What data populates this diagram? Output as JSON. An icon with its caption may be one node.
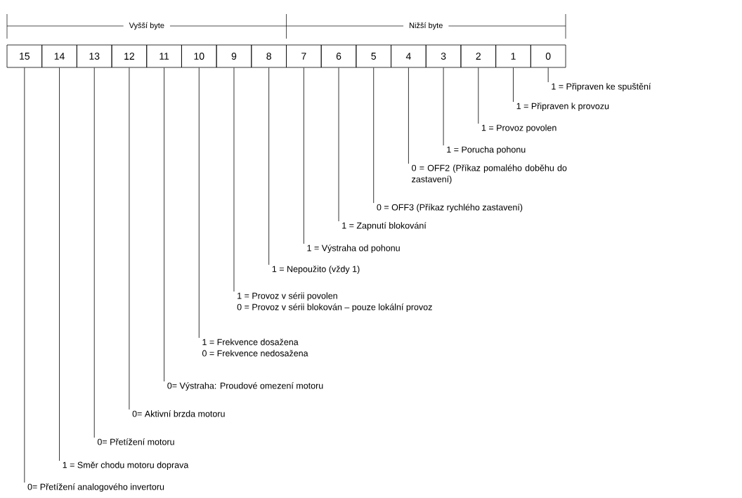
{
  "diagram": {
    "nodes": [
      {
        "text": [
          "15"
        ]
      },
      {
        "text": [
          "14"
        ]
      },
      {
        "text": [
          "13"
        ]
      },
      {
        "text": [
          "12"
        ]
      },
      {
        "text": [
          "11"
        ]
      },
      {
        "text": [
          "10"
        ]
      },
      {
        "text": [
          "9"
        ]
      },
      {
        "text": [
          "8"
        ]
      },
      {
        "text": [
          "7"
        ]
      },
      {
        "text": [
          "6"
        ]
      },
      {
        "text": [
          "5"
        ]
      },
      {
        "text": [
          "4"
        ]
      },
      {
        "text": [
          "3"
        ]
      },
      {
        "text": [
          "2"
        ]
      },
      {
        "text": [
          "1"
        ]
      },
      {
        "text": [
          "0"
        ]
      },
      {
        "text": [
          "1 = Připraven ke spuštění"
        ]
      },
      {
        "text": [
          "1 = Připraven k provozu"
        ]
      },
      {
        "text": [
          "1 = Provoz povolen"
        ]
      },
      {
        "text": [
          "1 = Porucha pohonu"
        ]
      },
      {
        "text": [
          "0 = OFF2 (Příkaz pomalého doběhu do zastavení)"
        ]
      },
      {
        "text": [
          "0 = OFF3 (Příkaz rychlého zastavení)"
        ]
      },
      {
        "text": [
          "1 = Zapnutí blokování"
        ]
      },
      {
        "text": [
          "1 = Výstraha od pohonu"
        ]
      },
      {
        "text": [
          "1 = Nepoužito (vždy 1)"
        ]
      },
      {
        "text": [
          "1 = Provoz v sérii povolen",
          "0 = Provoz v sérii blokován – pouze lokální provoz"
        ]
      },
      {
        "text": [
          "1 = Frekvence dosažena",
          "0 = Frekvence nedosažena"
        ]
      },
      {
        "text": [
          "0= Výstraha: Proudové omezení motoru"
        ]
      },
      {
        "text": [
          "0= Aktivní brzda motoru"
        ]
      },
      {
        "text": [
          "0= Přetížení motoru"
        ]
      },
      {
        "text": [
          "1 = Směr chodu motoru doprava"
        ]
      },
      {
        "text": [
          "0= Přetížení analogového invertoru"
        ]
      }
    ],
    "edges": [
      {
        "from": 15,
        "to": 16,
        "arrow": "none"
      },
      {
        "from": 14,
        "to": 17,
        "arrow": "none"
      },
      {
        "from": 13,
        "to": 18,
        "arrow": "none"
      },
      {
        "from": 12,
        "to": 19,
        "arrow": "none"
      },
      {
        "from": 11,
        "to": 20,
        "arrow": "none"
      },
      {
        "from": 10,
        "to": 21,
        "arrow": "none"
      },
      {
        "from": 9,
        "to": 22,
        "arrow": "none"
      },
      {
        "from": 8,
        "to": 23,
        "arrow": "none"
      },
      {
        "from": 7,
        "to": 24,
        "arrow": "none"
      },
      {
        "from": 6,
        "to": 25,
        "arrow": "none"
      },
      {
        "from": 5,
        "to": 26,
        "arrow": "none"
      },
      {
        "from": 4,
        "to": 27,
        "arrow": "none"
      },
      {
        "from": 3,
        "to": 28,
        "arrow": "none"
      },
      {
        "from": 2,
        "to": 29,
        "arrow": "none"
      },
      {
        "from": 1,
        "to": 30,
        "arrow": "none"
      },
      {
        "from": 0,
        "to": 31,
        "arrow": "none"
      }
    ],
    "labels": [
      "Vyšší byte",
      "Nižší byte"
    ]
  }
}
